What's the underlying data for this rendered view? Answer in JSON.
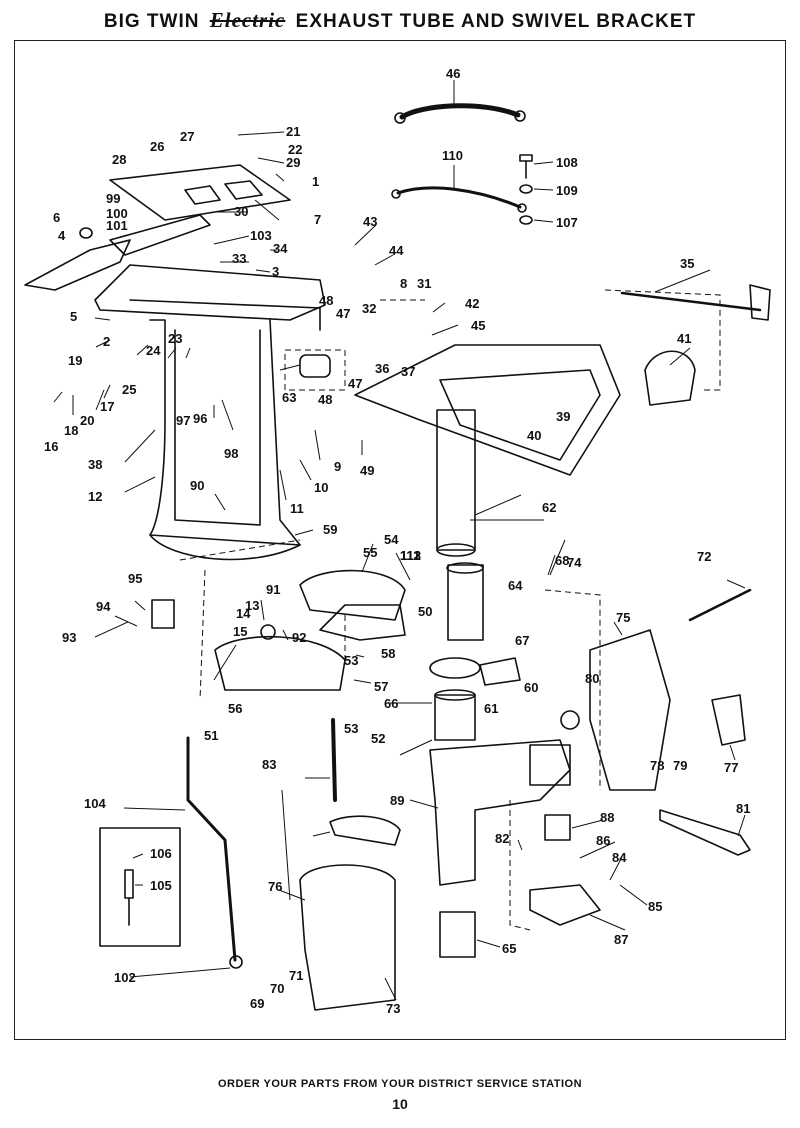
{
  "title": {
    "prefix": "BIG TWIN",
    "script": "Electric",
    "suffix": "EXHAUST TUBE AND SWIVEL BRACKET"
  },
  "footer": {
    "notice": "ORDER YOUR PARTS FROM YOUR DISTRICT SERVICE STATION",
    "page_number": "10"
  },
  "callouts": [
    "1",
    "2",
    "3",
    "4",
    "5",
    "6",
    "7",
    "8",
    "9",
    "10",
    "11",
    "12",
    "13",
    "14",
    "15",
    "16",
    "17",
    "18",
    "19",
    "20",
    "21",
    "22",
    "23",
    "24",
    "25",
    "26",
    "27",
    "28",
    "29",
    "30",
    "31",
    "32",
    "33",
    "34",
    "35",
    "36",
    "37",
    "38",
    "39",
    "40",
    "41",
    "42",
    "43",
    "44",
    "45",
    "46",
    "47",
    "47",
    "48",
    "48",
    "49",
    "50",
    "51",
    "52",
    "53",
    "53",
    "54",
    "55",
    "56",
    "57",
    "58",
    "59",
    "60",
    "61",
    "62",
    "63",
    "64",
    "65",
    "66",
    "67",
    "68",
    "69",
    "70",
    "71",
    "72",
    "73",
    "74",
    "75",
    "76",
    "77",
    "78",
    "79",
    "80",
    "81",
    "82",
    "83",
    "84",
    "85",
    "86",
    "87",
    "88",
    "89",
    "90",
    "91",
    "92",
    "93",
    "94",
    "95",
    "96",
    "97",
    "98",
    "99",
    "100",
    "101",
    "102",
    "103",
    "104",
    "105",
    "106",
    "107",
    "108",
    "109",
    "110",
    "111",
    "112",
    "113"
  ]
}
